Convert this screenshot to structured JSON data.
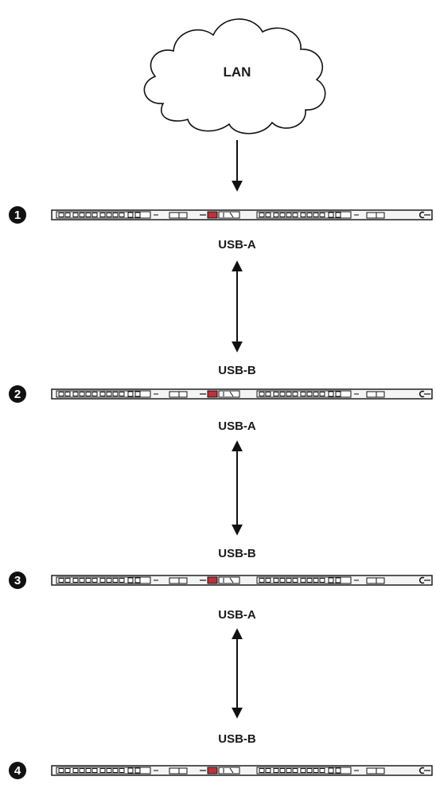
{
  "cloud": {
    "label": "LAN"
  },
  "units": [
    {
      "number": "1",
      "top_port": "",
      "bottom_port": "USB-A"
    },
    {
      "number": "2",
      "top_port": "USB-B",
      "bottom_port": "USB-A"
    },
    {
      "number": "3",
      "top_port": "USB-B",
      "bottom_port": "USB-A"
    },
    {
      "number": "4",
      "top_port": "USB-B",
      "bottom_port": ""
    }
  ],
  "colors": {
    "line": "#111111",
    "accent_red": "#c0303a",
    "bar_fill": "#f4f4f4"
  },
  "icons": {
    "cloud": "cloud-icon",
    "arrow": "double-arrow-icon",
    "pdu": "pdu-strip-icon",
    "badge": "number-badge-icon"
  }
}
